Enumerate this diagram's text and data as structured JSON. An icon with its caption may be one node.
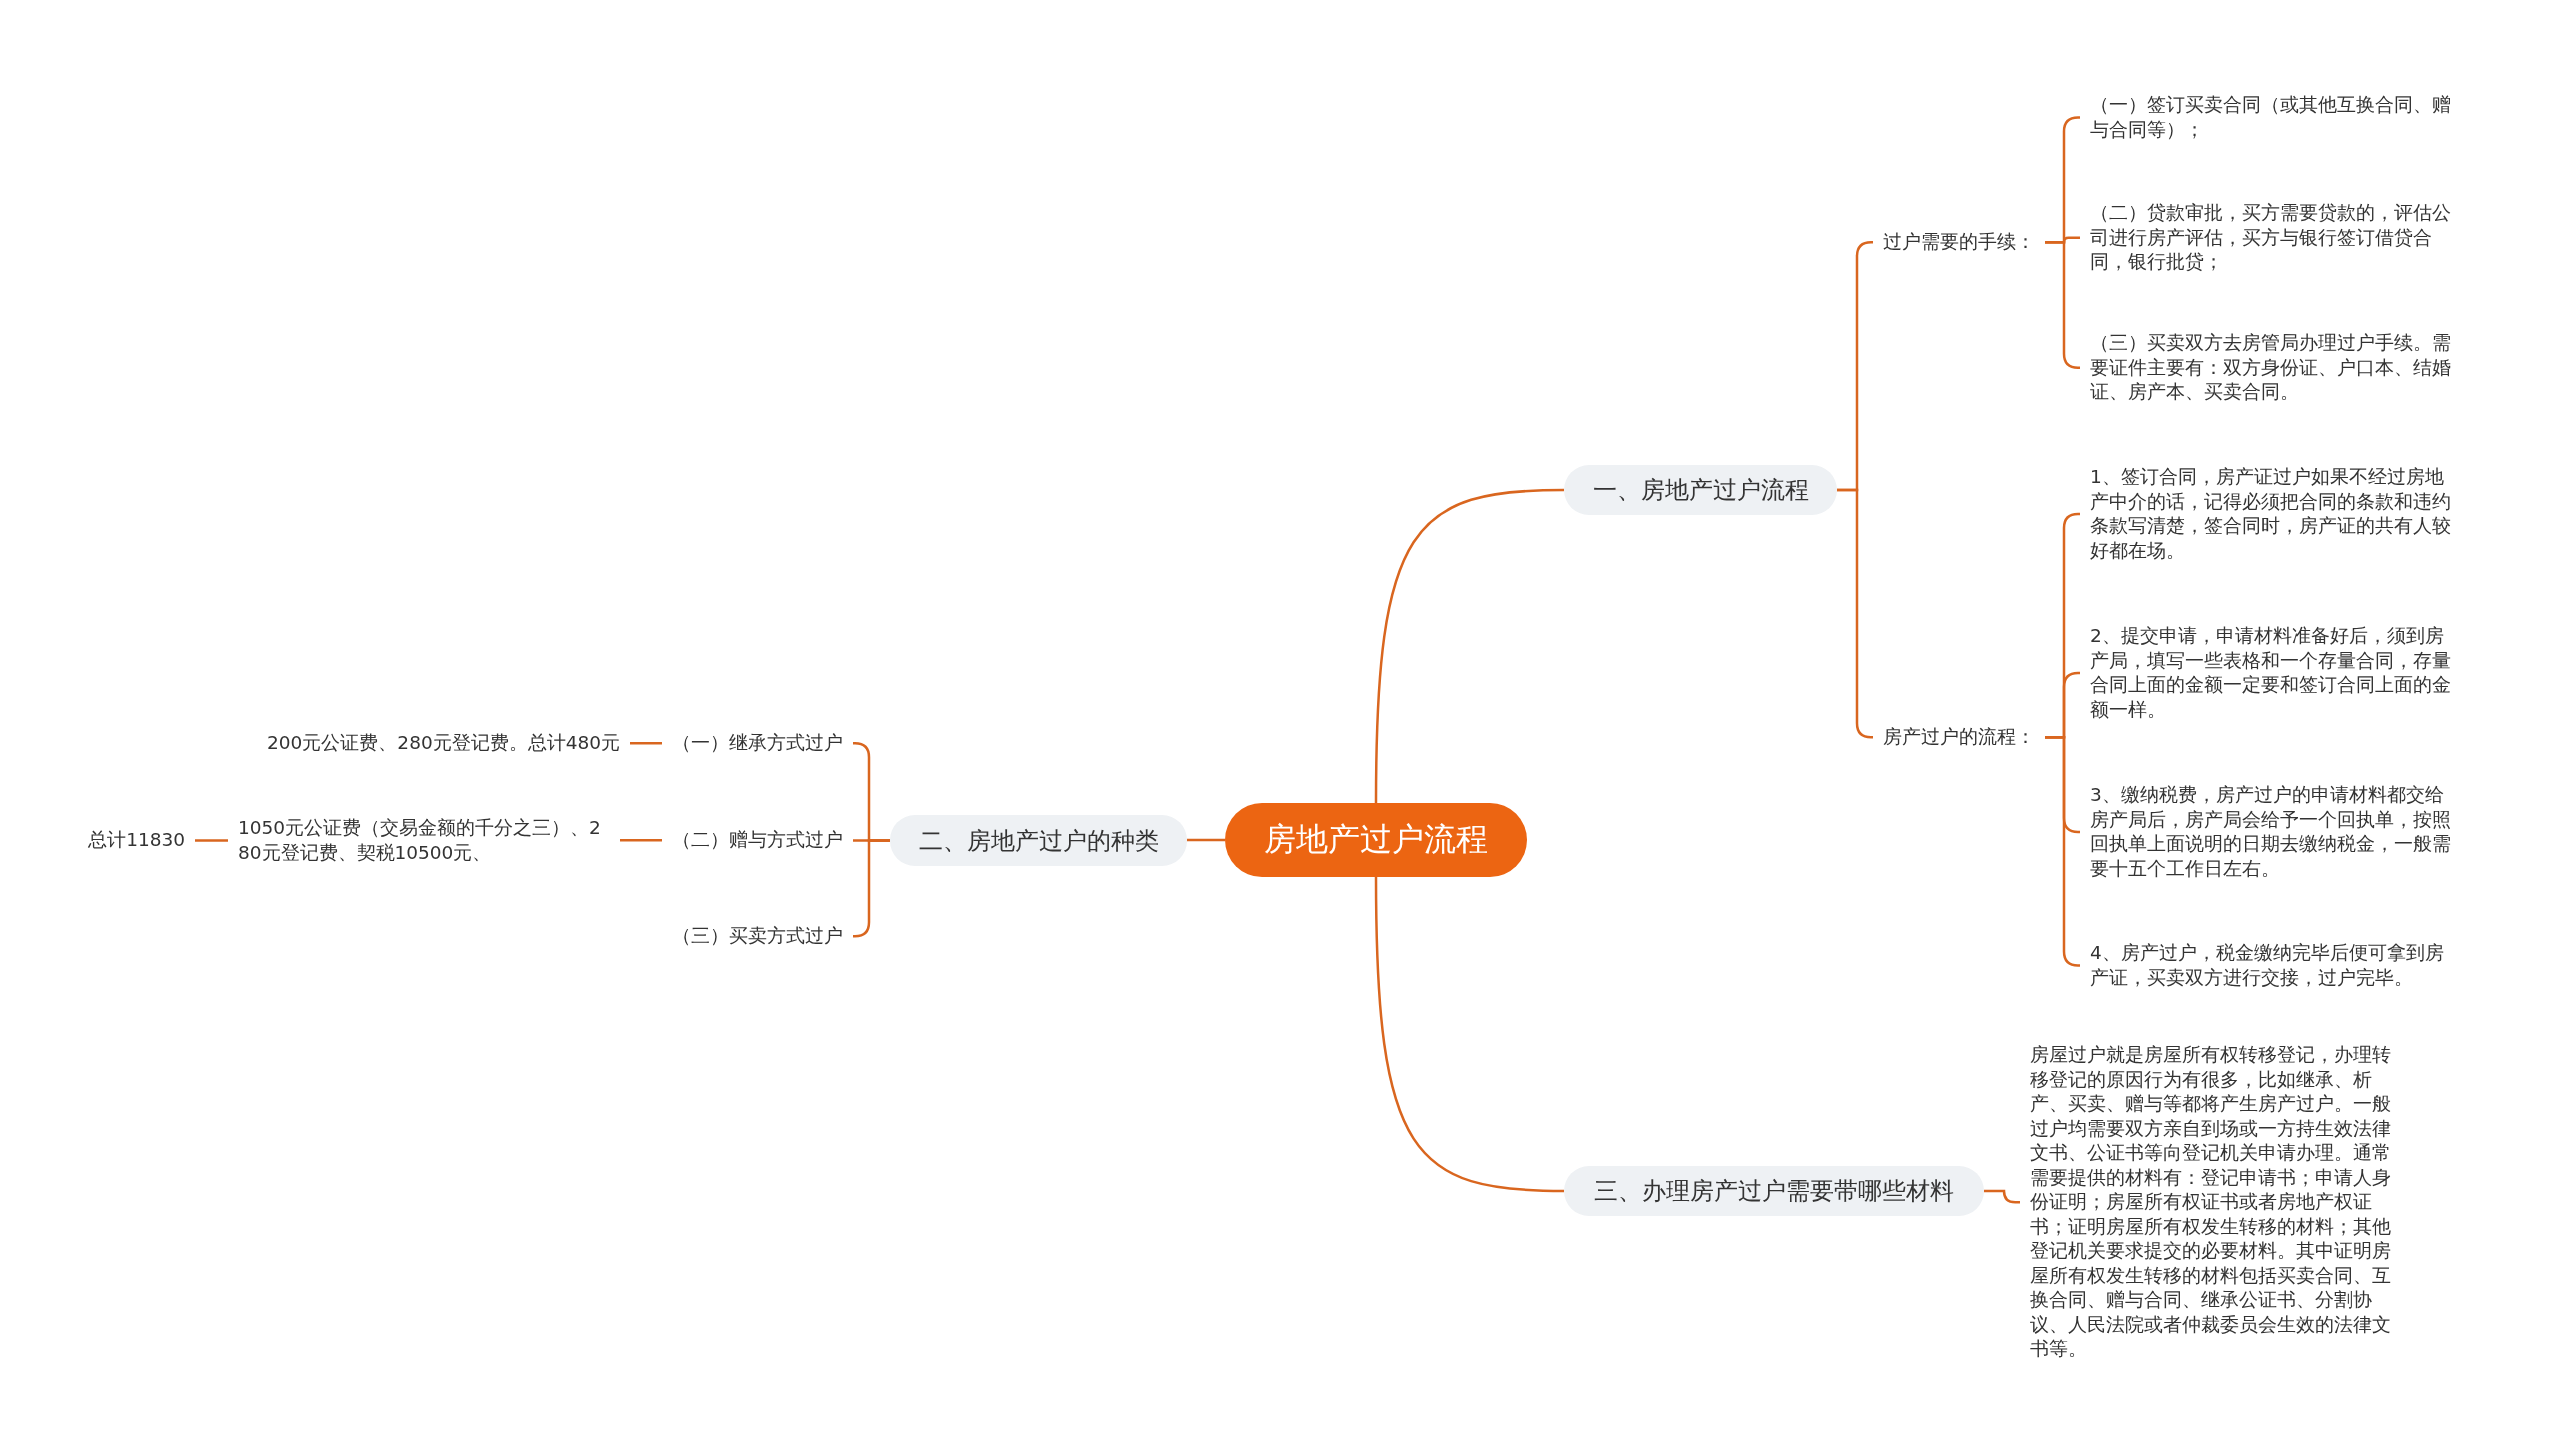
{
  "diagram": {
    "nodes": [
      {
        "text": [
          "房地产过户流程"
        ]
      },
      {
        "text": [
          "一、房地产过户流程"
        ]
      },
      {
        "text": [
          "过户需要的手续："
        ]
      },
      {
        "text": [
          "（一）签订买卖合同（或其他互换合同、赠与合同等）；"
        ]
      },
      {
        "text": [
          "（二）贷款审批，买方需要贷款的，评估公司进行房产评估，买方与银行签订借贷合同，银行批贷；"
        ]
      },
      {
        "text": [
          "（三）买卖双方去房管局办理过户手续。需要证件主要有：双方身份证、户口本、结婚证、房产本、买卖合同。"
        ]
      },
      {
        "text": [
          "房产过户的流程："
        ]
      },
      {
        "text": [
          "1、签订合同，房产证过户如果不经过房地产中介的话，记得必须把合同的条款和违约条款写清楚，签合同时，房产证的共有人较好都在场。"
        ]
      },
      {
        "text": [
          "2、提交申请，申请材料准备好后，须到房产局，填写一些表格和一个存量合同，存量合同上面的金额一定要和签订合同上面的金额一样。"
        ]
      },
      {
        "text": [
          "3、缴纳税费，房产过户的申请材料都交给房产局后，房产局会给予一个回执单，按照回执单上面说明的日期去缴纳税金，一般需要十五个工作日左右。"
        ]
      },
      {
        "text": [
          "4、房产过户，税金缴纳完毕后便可拿到房产证，买卖双方进行交接，过户完毕。"
        ]
      },
      {
        "text": [
          "三、办理房产过户需要带哪些材料"
        ]
      },
      {
        "text": [
          "房屋过户就是房屋所有权转移登记，办理转移登记的原因行为有很多，比如继承、析产、买卖、赠与等都将产生房产过户。一般过户均需要双方亲自到场或一方持生效法律文书、公证书等向登记机关申请办理。通常需要提供的材料有：登记申请书；申请人身份证明；房屋所有权证书或者房地产权证书；证明房屋所有权发生转移的材料；其他登记机关要求提交的必要材料。其中证明房屋所有权发生转移的材料包括买卖合同、互换合同、赠与合同、继承公证书、分割协议、人民法院或者仲裁委员会生效的法律文书等。"
        ]
      },
      {
        "text": [
          "二、房地产过户的种类"
        ]
      },
      {
        "text": [
          "（一）继承方式过户"
        ]
      },
      {
        "text": [
          "200元公证费、280元登记费。总计480元"
        ]
      },
      {
        "text": [
          "（二）赠与方式过户"
        ]
      },
      {
        "text": [
          "1050元公证费（交易金额的千分之三）、280元登记费、契税10500元、"
        ]
      },
      {
        "text": [
          "总计11830"
        ]
      },
      {
        "text": [
          "（三）买卖方式过户"
        ]
      }
    ],
    "edges": [
      {
        "from": 0,
        "to": 1,
        "arrow": "none"
      },
      {
        "from": 1,
        "to": 2,
        "arrow": "none"
      },
      {
        "from": 2,
        "to": 3,
        "arrow": "none"
      },
      {
        "from": 2,
        "to": 4,
        "arrow": "none"
      },
      {
        "from": 2,
        "to": 5,
        "arrow": "none"
      },
      {
        "from": 1,
        "to": 6,
        "arrow": "none"
      },
      {
        "from": 6,
        "to": 7,
        "arrow": "none"
      },
      {
        "from": 6,
        "to": 8,
        "arrow": "none"
      },
      {
        "from": 6,
        "to": 9,
        "arrow": "none"
      },
      {
        "from": 6,
        "to": 10,
        "arrow": "none"
      },
      {
        "from": 0,
        "to": 11,
        "arrow": "none"
      },
      {
        "from": 11,
        "to": 12,
        "arrow": "none"
      },
      {
        "from": 0,
        "to": 13,
        "arrow": "none"
      },
      {
        "from": 13,
        "to": 14,
        "arrow": "none"
      },
      {
        "from": 13,
        "to": 16,
        "arrow": "none"
      },
      {
        "from": 13,
        "to": 19,
        "arrow": "none"
      },
      {
        "from": 14,
        "to": 15,
        "arrow": "none"
      },
      {
        "from": 16,
        "to": 17,
        "arrow": "none"
      },
      {
        "from": 17,
        "to": 18,
        "arrow": "none"
      }
    ]
  }
}
